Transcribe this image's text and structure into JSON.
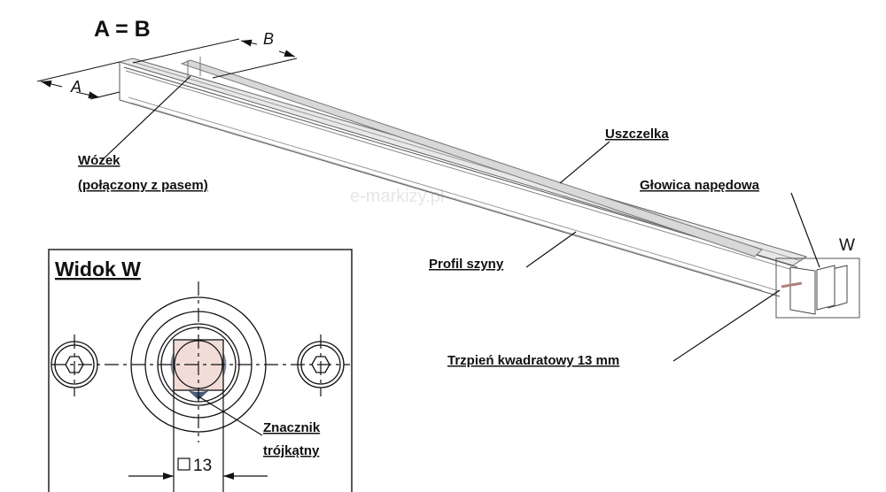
{
  "title": "A = B",
  "dimensions": {
    "a": "A",
    "b": "B"
  },
  "labels": {
    "carriage_line1": "Wózek",
    "carriage_line2": "(połączony z pasem)",
    "seal": "Uszczelka",
    "drive_head": "Głowica napędowa",
    "view_marker": "W",
    "rail_profile": "Profil szyny",
    "square_pin": "Trzpień kwadratowy 13 mm"
  },
  "detail_view": {
    "title": "Widok W",
    "square_dimension": "13",
    "marker_line1": "Znacznik",
    "marker_line2": "trójkątny"
  },
  "watermark": "e-markizy.pl",
  "colors": {
    "pin_fill": "#f2dcd8",
    "marker_fill": "#4a5a78"
  }
}
